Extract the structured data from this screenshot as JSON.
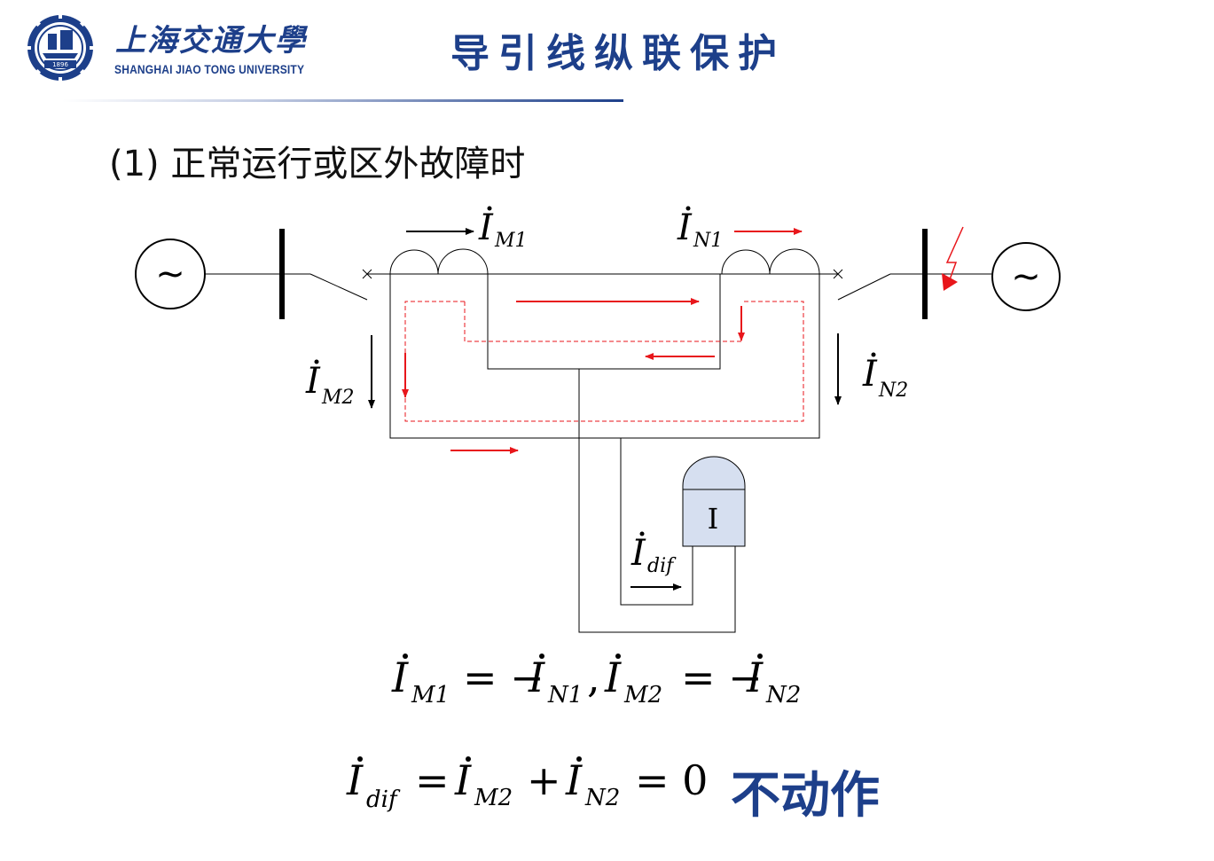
{
  "header": {
    "university_cn": "上海交通大學",
    "university_en": "SHANGHAI  JIAO TONG  UNIVERSITY",
    "logo_year": "1896",
    "title": "导引线纵联保护"
  },
  "section": {
    "heading": "(1) 正常运行或区外故障时"
  },
  "diagram": {
    "source_symbol": "~",
    "relay_label": "I",
    "labels": {
      "im1": {
        "base": "I",
        "sub": "M1"
      },
      "in1": {
        "base": "I",
        "sub": "N1"
      },
      "im2": {
        "base": "I",
        "sub": "M2"
      },
      "in2": {
        "base": "I",
        "sub": "N2"
      },
      "idif": {
        "base": "I",
        "sub": "dif"
      }
    }
  },
  "equations": {
    "eq1": {
      "lhs1": {
        "base": "I",
        "sub": "M1"
      },
      "op1": "= −",
      "rhs1": {
        "base": "I",
        "sub": "N1"
      },
      "sep": ",",
      "lhs2": {
        "base": "I",
        "sub": "M2"
      },
      "op2": "= −",
      "rhs2": {
        "base": "I",
        "sub": "N2"
      }
    },
    "eq2": {
      "lhs": {
        "base": "I",
        "sub": "dif"
      },
      "op1": "=",
      "t1": {
        "base": "I",
        "sub": "M2"
      },
      "op2": "+",
      "t2": {
        "base": "I",
        "sub": "N2"
      },
      "op3": "= 0"
    }
  },
  "status": "不动作",
  "colors": {
    "brand": "#1d3f8a",
    "current": "#e8161b",
    "wire": "#000000",
    "relay_fill": "#d6dff0"
  }
}
